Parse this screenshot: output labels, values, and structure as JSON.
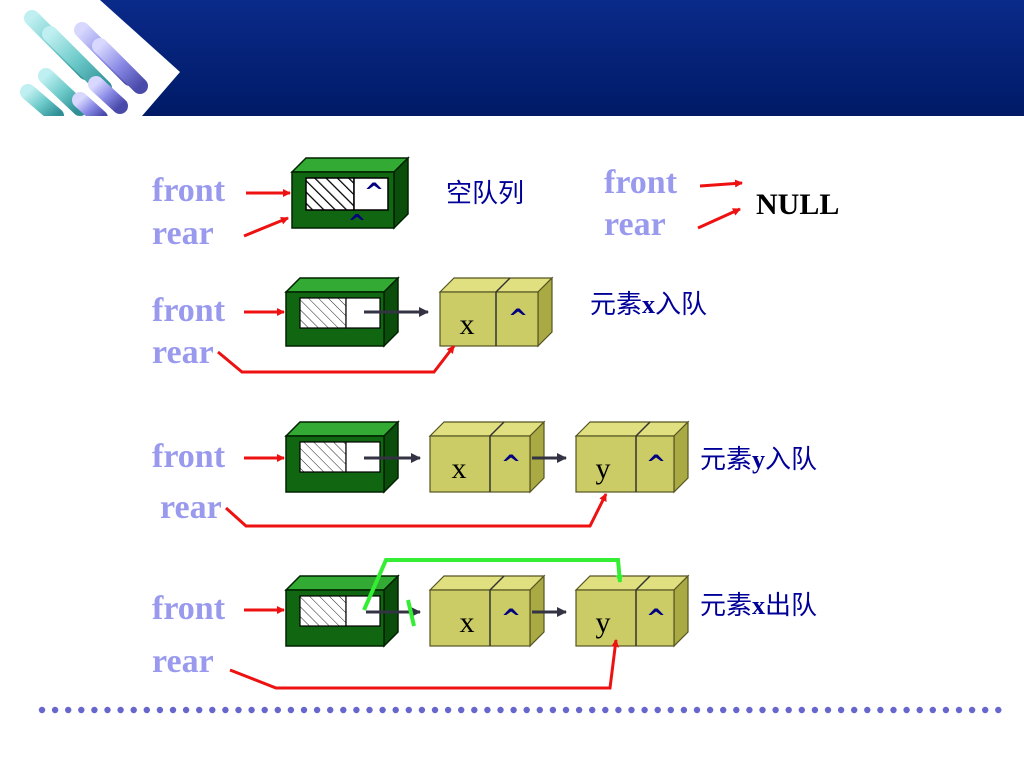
{
  "colors": {
    "header_blue": "#0a2a8a",
    "header_dark": "#001a66",
    "label_lavender": "#9999ee",
    "caption_navy": "#000099",
    "pointer_red": "#ee1111",
    "dequeue_green": "#33ee33",
    "head_node_green": "#116611",
    "data_node_olive": "#cccc66",
    "dots": "#6666cc"
  },
  "icons": [
    "slide-decoration-cylinders-icon",
    "hatched-cell-icon",
    "arrow-icon",
    "caret-null-glyph"
  ],
  "empty": {
    "front": "front",
    "rear": "rear",
    "head_caret": "^",
    "head_caret_below": "^",
    "caption": "空队列",
    "alt_front": "front",
    "alt_rear": "rear",
    "null": "NULL"
  },
  "enq_x": {
    "front": "front",
    "rear": "rear",
    "node_value": "x",
    "node_caret": "^",
    "caption_before": "元素",
    "caption_var": "x",
    "caption_after": "入队"
  },
  "enq_y": {
    "front": "front",
    "rear": "rear",
    "node1_value": "x",
    "node1_caret": "^",
    "node2_value": "y",
    "node2_caret": "^",
    "caption_before": "元素",
    "caption_var": "y",
    "caption_after": "入队"
  },
  "deq_x": {
    "front": "front",
    "rear": "rear",
    "node1_value": "x",
    "node1_caret": "^",
    "node2_value": "y",
    "node2_caret": "^",
    "caption_before": "元素",
    "caption_var": "x",
    "caption_after": "出队"
  }
}
